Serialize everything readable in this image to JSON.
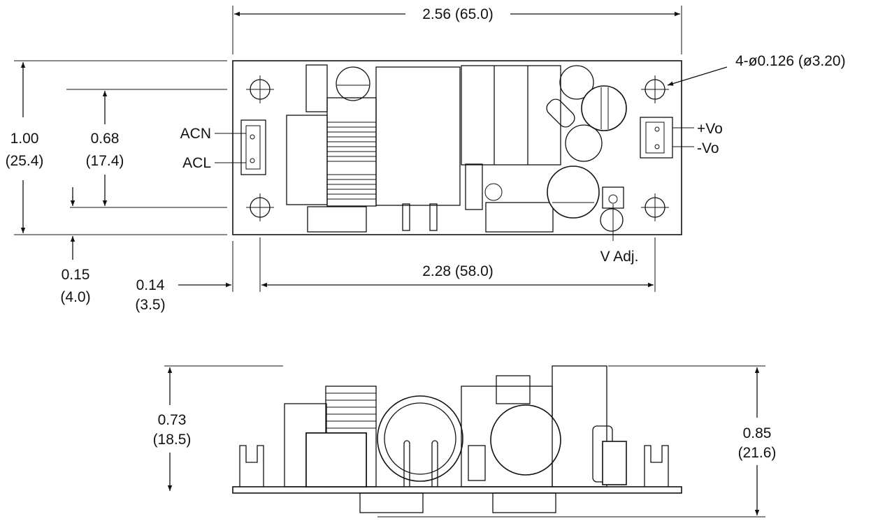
{
  "top_view": {
    "overall_length": "2.56 (65.0)",
    "hole_callout": "4-ø0.126 (ø3.20)",
    "overall_width": {
      "inch": "1.00",
      "mm": "(25.4)"
    },
    "hole_spacing_y": {
      "inch": "0.68",
      "mm": "(17.4)"
    },
    "hole_offset_y": {
      "inch": "0.15",
      "mm": "(4.0)"
    },
    "hole_offset_x": {
      "inch": "0.14",
      "mm": "(3.5)"
    },
    "hole_spacing_x": "2.28 (58.0)",
    "input_labels": {
      "acn": "ACN",
      "acl": "ACL"
    },
    "output_labels": {
      "pos": "+Vo",
      "neg": "-Vo"
    },
    "adjust_label": "V Adj."
  },
  "side_view": {
    "component_height": {
      "inch": "0.73",
      "mm": "(18.5)"
    },
    "total_height": {
      "inch": "0.85",
      "mm": "(21.6)"
    }
  }
}
